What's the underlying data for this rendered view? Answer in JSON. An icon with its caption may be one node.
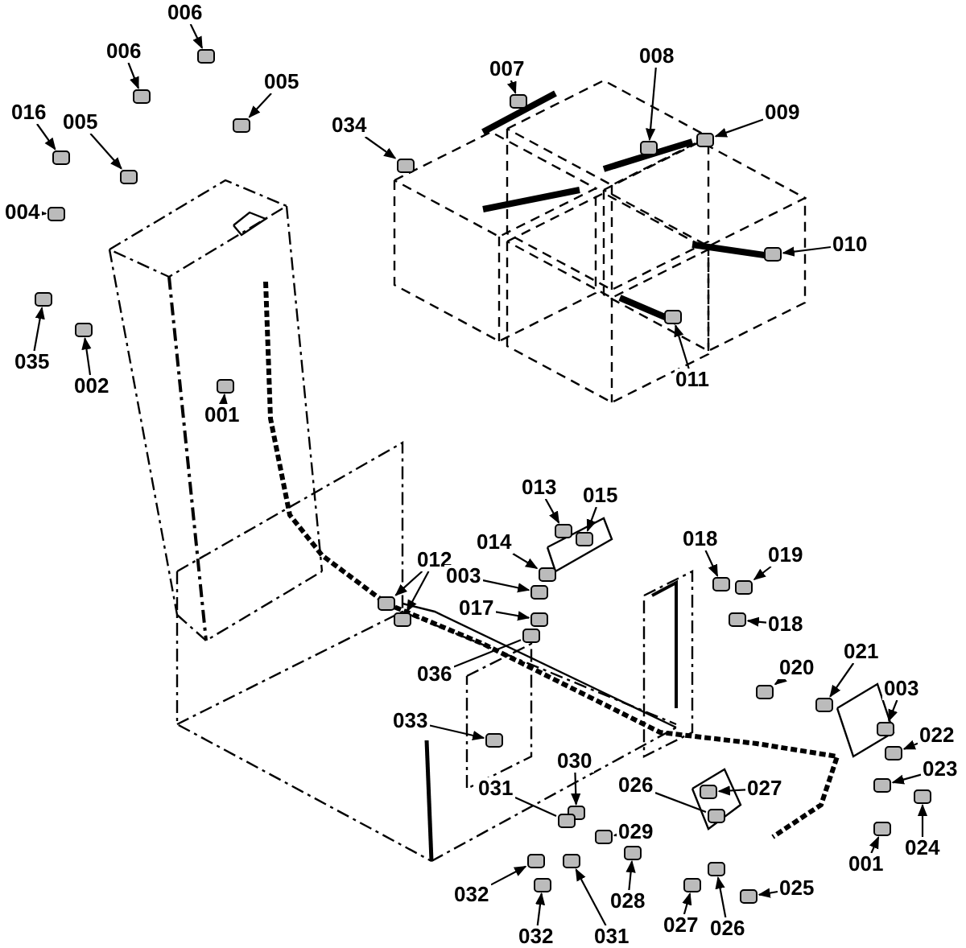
{
  "diagram": {
    "nodes": [
      {
        "text": [
          "006"
        ]
      },
      {
        "text": [
          "006"
        ]
      },
      {
        "text": [
          "007"
        ]
      },
      {
        "text": [
          "008"
        ]
      },
      {
        "text": [
          "005"
        ]
      },
      {
        "text": [
          "016"
        ]
      },
      {
        "text": [
          "009"
        ]
      },
      {
        "text": [
          "005"
        ]
      },
      {
        "text": [
          "034"
        ]
      },
      {
        "text": [
          "004"
        ]
      },
      {
        "text": [
          "010"
        ]
      },
      {
        "text": [
          "035"
        ]
      },
      {
        "text": [
          "011"
        ]
      },
      {
        "text": [
          "002"
        ]
      },
      {
        "text": [
          "001"
        ]
      },
      {
        "text": [
          "013"
        ]
      },
      {
        "text": [
          "015"
        ]
      },
      {
        "text": [
          "018"
        ]
      },
      {
        "text": [
          "014"
        ]
      },
      {
        "text": [
          "019"
        ]
      },
      {
        "text": [
          "012"
        ]
      },
      {
        "text": [
          "003"
        ]
      },
      {
        "text": [
          "017"
        ]
      },
      {
        "text": [
          "018"
        ]
      },
      {
        "text": [
          "021"
        ]
      },
      {
        "text": [
          "020"
        ]
      },
      {
        "text": [
          "036"
        ]
      },
      {
        "text": [
          "003"
        ]
      },
      {
        "text": [
          "033"
        ]
      },
      {
        "text": [
          "022"
        ]
      },
      {
        "text": [
          "030"
        ]
      },
      {
        "text": [
          "023"
        ]
      },
      {
        "text": [
          "026"
        ]
      },
      {
        "text": [
          "031"
        ]
      },
      {
        "text": [
          "027"
        ]
      },
      {
        "text": [
          "029"
        ]
      },
      {
        "text": [
          "024"
        ]
      },
      {
        "text": [
          "001"
        ]
      },
      {
        "text": [
          "025"
        ]
      },
      {
        "text": [
          "032"
        ]
      },
      {
        "text": [
          "028"
        ]
      },
      {
        "text": [
          "027"
        ]
      },
      {
        "text": [
          "026"
        ]
      },
      {
        "text": [
          "031"
        ]
      },
      {
        "text": [
          "032"
        ]
      },
      {
        "text": [],
        "shape": "box"
      },
      {
        "text": [],
        "shape": "box"
      },
      {
        "text": [],
        "shape": "box"
      },
      {
        "text": [],
        "shape": "box"
      },
      {
        "text": [],
        "shape": "box"
      },
      {
        "text": [],
        "shape": "box"
      },
      {
        "text": [],
        "shape": "box"
      },
      {
        "text": [],
        "shape": "box"
      },
      {
        "text": [],
        "shape": "box"
      },
      {
        "text": [],
        "shape": "box"
      },
      {
        "text": [],
        "shape": "box"
      },
      {
        "text": [],
        "shape": "box"
      },
      {
        "text": [],
        "shape": "box"
      },
      {
        "text": [],
        "shape": "box"
      },
      {
        "text": [],
        "shape": "box"
      },
      {
        "text": [],
        "shape": "box"
      },
      {
        "text": [],
        "shape": "box"
      },
      {
        "text": [],
        "shape": "box"
      },
      {
        "text": [],
        "shape": "box"
      },
      {
        "text": [],
        "shape": "box"
      },
      {
        "text": [],
        "shape": "box"
      },
      {
        "text": [],
        "shape": "box"
      },
      {
        "text": [],
        "shape": "box"
      },
      {
        "text": [],
        "shape": "box"
      },
      {
        "text": [],
        "shape": "box"
      },
      {
        "text": [],
        "shape": "box"
      },
      {
        "text": [],
        "shape": "box"
      },
      {
        "text": [],
        "shape": "box"
      },
      {
        "text": [],
        "shape": "box"
      },
      {
        "text": [],
        "shape": "box"
      },
      {
        "text": [],
        "shape": "box"
      },
      {
        "text": [],
        "shape": "box"
      },
      {
        "text": [],
        "shape": "box"
      },
      {
        "text": [],
        "shape": "box"
      },
      {
        "text": [],
        "shape": "box"
      },
      {
        "text": [],
        "shape": "box"
      },
      {
        "text": [],
        "shape": "box"
      },
      {
        "text": [],
        "shape": "box"
      },
      {
        "text": [],
        "shape": "box"
      },
      {
        "text": [],
        "shape": "box"
      },
      {
        "text": [],
        "shape": "box"
      },
      {
        "text": [],
        "shape": "box"
      },
      {
        "text": [],
        "shape": "box"
      },
      {
        "text": [],
        "shape": "box"
      },
      {
        "text": [],
        "shape": "box"
      },
      {
        "text": [],
        "shape": "box"
      }
    ],
    "edges": [
      {
        "from": 0,
        "to": 45,
        "arrow": "to"
      },
      {
        "from": 1,
        "to": 46,
        "arrow": "to"
      },
      {
        "from": 2,
        "to": 47,
        "arrow": "to"
      },
      {
        "from": 3,
        "to": 48,
        "arrow": "to"
      },
      {
        "from": 4,
        "to": 49,
        "arrow": "to"
      },
      {
        "from": 5,
        "to": 50,
        "arrow": "to"
      },
      {
        "from": 6,
        "to": 51,
        "arrow": "to"
      },
      {
        "from": 7,
        "to": 52,
        "arrow": "to"
      },
      {
        "from": 8,
        "to": 53,
        "arrow": "to"
      },
      {
        "from": 9,
        "to": 54,
        "arrow": "to"
      },
      {
        "from": 10,
        "to": 55,
        "arrow": "to"
      },
      {
        "from": 11,
        "to": 56,
        "arrow": "to"
      },
      {
        "from": 12,
        "to": 57,
        "arrow": "to"
      },
      {
        "from": 13,
        "to": 58,
        "arrow": "to"
      },
      {
        "from": 14,
        "to": 59,
        "arrow": "to"
      },
      {
        "from": 15,
        "to": 60,
        "arrow": "to"
      },
      {
        "from": 16,
        "to": 61,
        "arrow": "to"
      },
      {
        "from": 17,
        "to": 62,
        "arrow": "to"
      },
      {
        "from": 18,
        "to": 63,
        "arrow": "to"
      },
      {
        "from": 19,
        "to": 64,
        "arrow": "to"
      },
      {
        "from": 20,
        "to": 65,
        "arrow": "to"
      },
      {
        "from": 20,
        "to": 66,
        "arrow": "to"
      },
      {
        "from": 21,
        "to": 67,
        "arrow": "to"
      },
      {
        "from": 22,
        "to": 68,
        "arrow": "to"
      },
      {
        "from": 23,
        "to": 69,
        "arrow": "to"
      },
      {
        "from": 24,
        "to": 70,
        "arrow": "to"
      },
      {
        "from": 25,
        "to": 71,
        "arrow": "to"
      },
      {
        "from": 26,
        "to": 72,
        "arrow": "none"
      },
      {
        "from": 27,
        "to": 73,
        "arrow": "to"
      },
      {
        "from": 28,
        "to": 74,
        "arrow": "to"
      },
      {
        "from": 29,
        "to": 75,
        "arrow": "to"
      },
      {
        "from": 30,
        "to": 76,
        "arrow": "to"
      },
      {
        "from": 31,
        "to": 77,
        "arrow": "to"
      },
      {
        "from": 32,
        "to": 78,
        "arrow": "none"
      },
      {
        "from": 33,
        "to": 79,
        "arrow": "none"
      },
      {
        "from": 34,
        "to": 80,
        "arrow": "to"
      },
      {
        "from": 35,
        "to": 81,
        "arrow": "to"
      },
      {
        "from": 36,
        "to": 82,
        "arrow": "to"
      },
      {
        "from": 37,
        "to": 83,
        "arrow": "to"
      },
      {
        "from": 38,
        "to": 84,
        "arrow": "to"
      },
      {
        "from": 39,
        "to": 85,
        "arrow": "to"
      },
      {
        "from": 40,
        "to": 86,
        "arrow": "to"
      },
      {
        "from": 41,
        "to": 87,
        "arrow": "to"
      },
      {
        "from": 42,
        "to": 88,
        "arrow": "to"
      },
      {
        "from": 43,
        "to": 89,
        "arrow": "to"
      },
      {
        "from": 44,
        "to": 90,
        "arrow": "to"
      }
    ]
  }
}
